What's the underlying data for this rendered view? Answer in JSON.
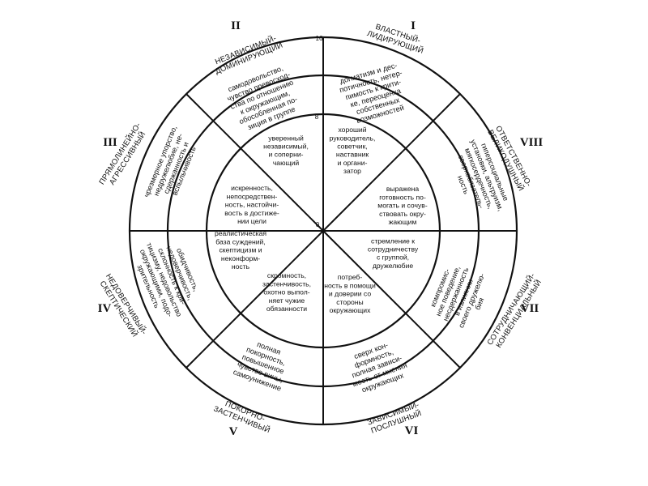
{
  "scale": {
    "top": "16",
    "middle": "8",
    "center": "0"
  },
  "octants": [
    {
      "numeral": "I",
      "name": [
        "ВЛАСТНЫЙ-",
        "ЛИДИРУЮЩИЙ"
      ],
      "outer": [
        "догматизм и дес-",
        "потичность, нетер-",
        "пимость к крити-",
        "ке, переоценка",
        "собственных",
        "возможностей"
      ],
      "middle": [
        "хороший",
        "руководитель,",
        "советчик,",
        "наставник",
        "и органи-",
        "затор"
      ]
    },
    {
      "numeral": "II",
      "name": [
        "НЕЗАВИСИМЫЙ-",
        "ДОМИНИРУЮЩИЙ"
      ],
      "outer": [
        "самодовольство,",
        "чувство превосход-",
        "ства по отношению",
        "к окружающим,",
        "обособленная по-",
        "зиция в группе"
      ],
      "middle": [
        "уверенный",
        "независимый,",
        "и соперни-",
        "чающий"
      ]
    },
    {
      "numeral": "III",
      "name": [
        "ПРЯМОЛИНЕЙНО-",
        "АГРЕССИВНЫЙ"
      ],
      "outer": [
        "чрезмерное упорство,",
        "недружелюбие, не-",
        "сдержанность и",
        "вспыльчивость"
      ],
      "middle": [
        "искренность,",
        "непосредствен-",
        "ность, настойчи-",
        "вость в достиже-",
        "нии цели"
      ]
    },
    {
      "numeral": "IV",
      "name": [
        "НЕДОВЕРЧИВЫЙ-",
        "СКЕПТИЧЕСКИЙ"
      ],
      "outer": [
        "обидчивость,",
        "недоверчивость,",
        "склонность к кри-",
        "тицизму, недовольство",
        "окружающими, подо-",
        "зрительность"
      ],
      "middle": [
        "реалистическая",
        "база суждений,",
        "скептицизм и",
        "неконформ-",
        "ность"
      ]
    },
    {
      "numeral": "V",
      "name": [
        "ПОКОРНО-",
        "ЗАСТЕНЧИВЫЙ"
      ],
      "outer": [
        "полная",
        "покорность,",
        "повышенное",
        "чувство вины,",
        "самоунижение"
      ],
      "middle": [
        "скромность,",
        "застенчивость,",
        "охотно выпол-",
        "няет чужие",
        "обязанности"
      ]
    },
    {
      "numeral": "VI",
      "name": [
        "ЗАВИСИМЫЙ-",
        "ПОСЛУШНЫЙ"
      ],
      "outer": [
        "сверх кон-",
        "формность,",
        "полная зависи-",
        "мость от мнения",
        "окружающих"
      ],
      "middle": [
        "потреб-",
        "ность в помощи",
        "и доверии со",
        "стороны",
        "окружающих"
      ]
    },
    {
      "numeral": "VII",
      "name": [
        "СОТРУДНИЧАЮЩИЙ-",
        "КОНВЕНЦИАЛЬНЫЙ"
      ],
      "outer": [
        "компромис-",
        "ное поведение,",
        "несдержанность",
        "в излиянии",
        "своего дружелю-",
        "бия"
      ],
      "middle": [
        "стремление к",
        "сотрудничеству",
        "с группой,",
        "дружелюбие"
      ]
    },
    {
      "numeral": "VIII",
      "name": [
        "ОТВЕТСТВЕННО-",
        "ВЕЛИКОДУШНЫЙ"
      ],
      "outer": [
        "гиперсоциальные",
        "установки, альтруизм,",
        "мягкосердечность,",
        "сверхобязатель-",
        "ность"
      ],
      "middle": [
        "выражена",
        "готовность по-",
        "могать и сочув-",
        "ствовать окру-",
        "жающим"
      ]
    }
  ]
}
